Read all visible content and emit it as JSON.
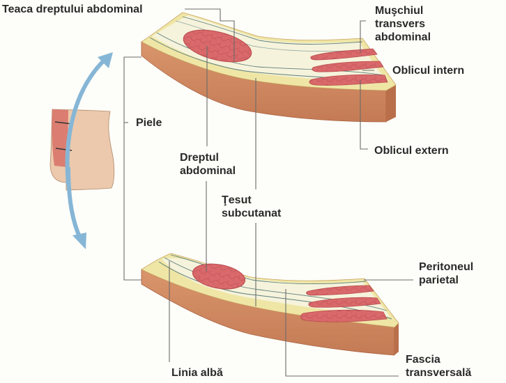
{
  "figure": {
    "colors": {
      "background": "#fdfdf9",
      "skin": "#cf8a62",
      "skin_dark": "#b86f4a",
      "subcutaneous_fat": "#efe6a6",
      "fascia_pale": "#f6f3dc",
      "muscle": "#d9696a",
      "muscle_outline": "#b84a4d",
      "fascia_line": "#5d7f7a",
      "arrow": "#86b6d6",
      "torso": "#ecc9ac",
      "leader_line": "#6b6b6b",
      "label_text": "#2a2a2a"
    },
    "labels": {
      "rectus_sheath": "Teaca dreptului abdominal",
      "transversus_abdominis": [
        "Muşchiul",
        "transvers",
        "abdominal"
      ],
      "internal_oblique": "Oblicul intern",
      "external_oblique": "Oblicul extern",
      "skin": "Piele",
      "rectus_abdominis": [
        "Dreptul",
        "abdominal"
      ],
      "subcutaneous_tissue": [
        "Ţesut",
        "subcutanat"
      ],
      "parietal_peritoneum": [
        "Peritoneul",
        "parietal"
      ],
      "linea_alba": "Linia albă",
      "transversalis_fascia": [
        "Fascia",
        "transversală"
      ]
    },
    "panels": {
      "top": "upper abdominal wall cross-section (above arcuate line)",
      "bottom": "lower abdominal wall cross-section (below arcuate line)",
      "inset": "torso with section levels"
    },
    "icons": {
      "up_arrow": "curved-arrow-up-icon",
      "down_arrow": "curved-arrow-down-icon"
    }
  }
}
